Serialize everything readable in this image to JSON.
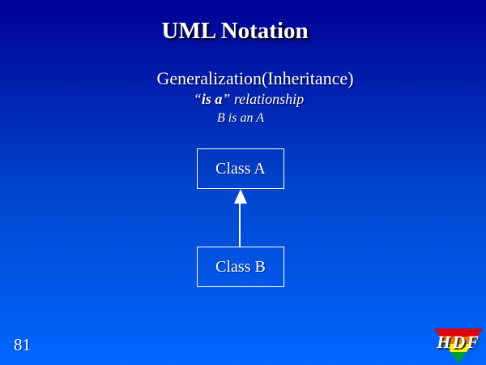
{
  "slide": {
    "title": "UML Notation",
    "heading": "Generalization(Inheritance)",
    "relationship": {
      "quote_open": "“",
      "term": "is a",
      "rest": "” relationship"
    },
    "example": "B is an A",
    "diagram": {
      "class_a_label": "Class A",
      "class_b_label": "Class B",
      "edge": {
        "from": "Class B",
        "to": "Class A",
        "type": "generalization-arrow"
      }
    },
    "page_number": "81",
    "logo": {
      "text": "HDF"
    },
    "colors": {
      "bg_top": "#000094",
      "bg_mid": "#0045CC",
      "bg_bottom": "#0066FF",
      "text": "#FFFFFF",
      "logo_red": "#E00000",
      "logo_orange": "#F07800",
      "logo_yellow": "#FFF000",
      "logo_green": "#00A030"
    }
  }
}
